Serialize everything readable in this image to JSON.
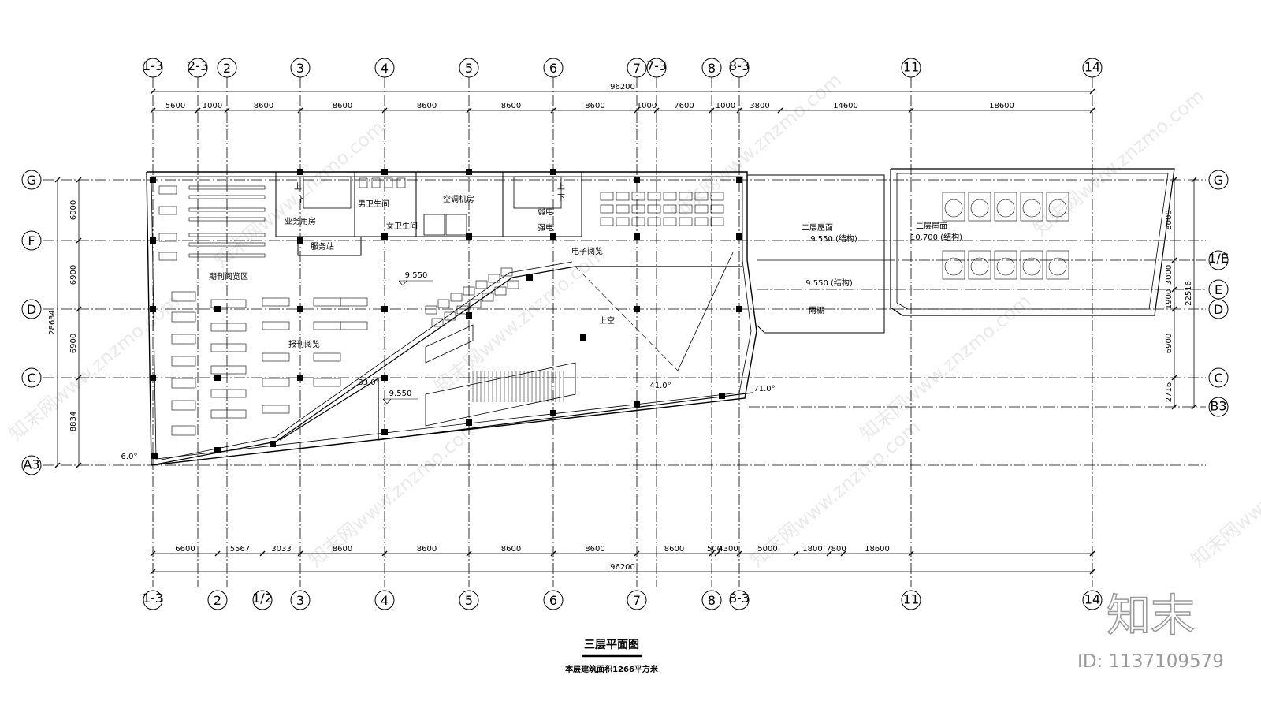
{
  "drawing": {
    "title": "三层平面图",
    "subtitle": "本层建筑面积1266平方米"
  },
  "axes_top": [
    {
      "label": "1-3",
      "type": "main"
    },
    {
      "label": "2-3",
      "type": "main"
    },
    {
      "label": "2",
      "type": "main"
    },
    {
      "label": "3",
      "type": "main"
    },
    {
      "label": "4",
      "type": "main"
    },
    {
      "label": "5",
      "type": "main"
    },
    {
      "label": "6",
      "type": "main"
    },
    {
      "label": "7",
      "type": "main"
    },
    {
      "label": "7-3",
      "type": "main"
    },
    {
      "label": "8",
      "type": "main"
    },
    {
      "label": "8-3",
      "type": "main"
    },
    {
      "label": "11",
      "type": "main"
    },
    {
      "label": "14",
      "type": "main"
    }
  ],
  "axes_bottom": [
    {
      "label": "1-3",
      "type": "main"
    },
    {
      "label": "2",
      "type": "main"
    },
    {
      "label": "1/2",
      "type": "main"
    },
    {
      "label": "3",
      "type": "main"
    },
    {
      "label": "4",
      "type": "main"
    },
    {
      "label": "5",
      "type": "main"
    },
    {
      "label": "6",
      "type": "main"
    },
    {
      "label": "7",
      "type": "main"
    },
    {
      "label": "8",
      "type": "main"
    },
    {
      "label": "8-3",
      "type": "main"
    },
    {
      "label": "11",
      "type": "main"
    },
    {
      "label": "14",
      "type": "main"
    }
  ],
  "axes_left": [
    "G",
    "F",
    "D",
    "C",
    "A3"
  ],
  "axes_right": [
    "G",
    "1/E",
    "E",
    "D",
    "C",
    "B3"
  ],
  "dims_top_total": "96200",
  "dims_top": [
    "5600",
    "1000",
    "8600",
    "8600",
    "8600",
    "8600",
    "8600",
    "1000",
    "7600",
    "1000",
    "3800",
    "14600",
    "18600"
  ],
  "dims_bottom_total": "96200",
  "dims_bottom": [
    "6600",
    "5567",
    "3033",
    "8600",
    "8600",
    "8600",
    "8600",
    "8600",
    "500",
    "4300",
    "5000",
    "1800",
    "7800",
    "18600"
  ],
  "dims_left_total": "28634",
  "dims_left": [
    "6000",
    "6900",
    "6900",
    "8834"
  ],
  "dims_right_total": "22516",
  "dims_right": [
    "8000",
    "3000",
    "1900",
    "6900",
    "2716"
  ],
  "rooms": [
    {
      "name": "业务用房"
    },
    {
      "name": "服务站"
    },
    {
      "name": "男卫生间"
    },
    {
      "name": "女卫生间"
    },
    {
      "name": "空调机房"
    },
    {
      "name": "弱电"
    },
    {
      "name": "强电"
    },
    {
      "name": "电子阅览"
    },
    {
      "name": "期刊阅览区"
    },
    {
      "name": "报刊阅览"
    },
    {
      "name": "上空"
    },
    {
      "name": "二层屋面"
    },
    {
      "name": "9.550 (结构)"
    },
    {
      "name": "9.550 (结构)"
    },
    {
      "name": "雨棚"
    },
    {
      "name": "二层屋面"
    },
    {
      "name": "10.700 (结构)"
    },
    {
      "name": "上"
    },
    {
      "name": "下"
    },
    {
      "name": "上"
    },
    {
      "name": "下"
    }
  ],
  "levels": [
    "9.550",
    "9.550"
  ],
  "angles": [
    "6.0°",
    "33.0°",
    "41.0°",
    "71.0°"
  ],
  "watermarks": {
    "site_text": "知末网www.znzmo.com",
    "logo_text": "知末",
    "id_text": "ID: 1137109579"
  }
}
